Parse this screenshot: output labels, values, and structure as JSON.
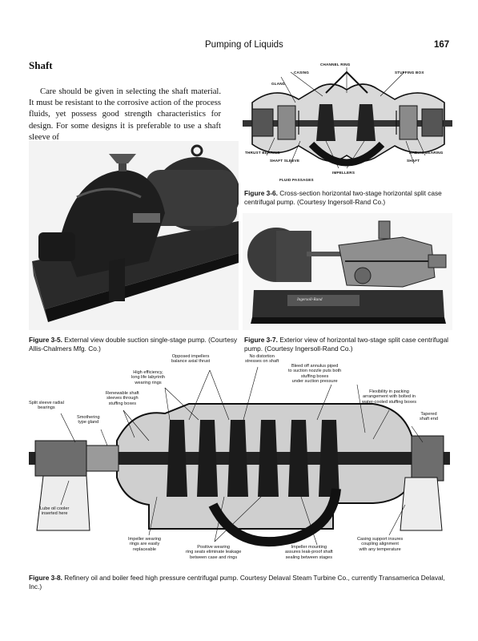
{
  "header": {
    "running_head": "Pumping of Liquids",
    "page_number": "167"
  },
  "section": {
    "title": "Shaft",
    "paragraph": "Care should be given in selecting the shaft material. It must be resistant to the corrosive action of the process fluids, yet possess good strength characteristics for design. For some designs it is preferable to use a shaft sleeve of"
  },
  "fig36": {
    "labels": {
      "channel_ring": "CHANNEL RING",
      "casing": "CASING",
      "stuffing_box": "STUFFING BOX",
      "gland": "GLAND",
      "thrust_bearing": "THRUST BEARING",
      "radial_bearing": "RADIAL BEARING",
      "shaft_sleeve": "SHAFT SLEEVE",
      "shaft": "SHAFT",
      "impellers": "IMPELLERS",
      "fluid_passages": "FLUID PASSAGES"
    },
    "caption_num": "Figure 3-6.",
    "caption_text": "Cross-section horizontal two-stage horizontal split case centrifugal pump. (Courtesy Ingersoll-Rand Co.)"
  },
  "fig35": {
    "caption_num": "Figure 3-5.",
    "caption_text": "External view double suction single-stage pump. (Courtesy Allis-Chalmers Mfg. Co.)"
  },
  "fig37": {
    "nameplate": "Ingersoll-Rand",
    "caption_num": "Figure 3-7.",
    "caption_text": "Exterior view of horizontal two-stage split case centrifugal pump. (Courtesy Ingersoll-Rand Co.)"
  },
  "fig38": {
    "callouts": {
      "opposed": "Opposed impellers\nbalance axial thrust",
      "no_distortion": "No distortion\nstresses on shaft",
      "high_eff": "High efficiency,\nlong life labyrinth\nwearing rings",
      "bleed": "Bleed off annulus piped\nto suction nozzle puts both\nstuffing boxes\nunder suction pressure",
      "renewable": "Renewable shaft\nsleeves through\nstuffing boxes",
      "split_sleeve": "Split sleeve radial\nbearings",
      "flexibility": "Flexibility in packing\narrangement with bolted in\nwater-cooled stuffing boxes",
      "smothering": "Smothering\ntype gland",
      "tapered": "Tapered\nshaft end",
      "lube": "Lube oil cooler\ninserted here",
      "impeller_wearing": "Impeller wearing\nrings are easily\nreplaceable",
      "positive": "Positive wearing\nring seats eliminate leakage\nbetween case and rings",
      "mounting": "Impeller mounting\nassures leak-proof shaft\nsealing between stages",
      "casing_support": "Casing support insures\ncoupling alignment\nwith any temperature"
    },
    "caption_num": "Figure 3-8.",
    "caption_text": "Refinery oil and boiler feed high pressure centrifugal pump. Courtesy Delaval Steam Turbine Co., currently Transamerica Delaval, Inc.)"
  }
}
